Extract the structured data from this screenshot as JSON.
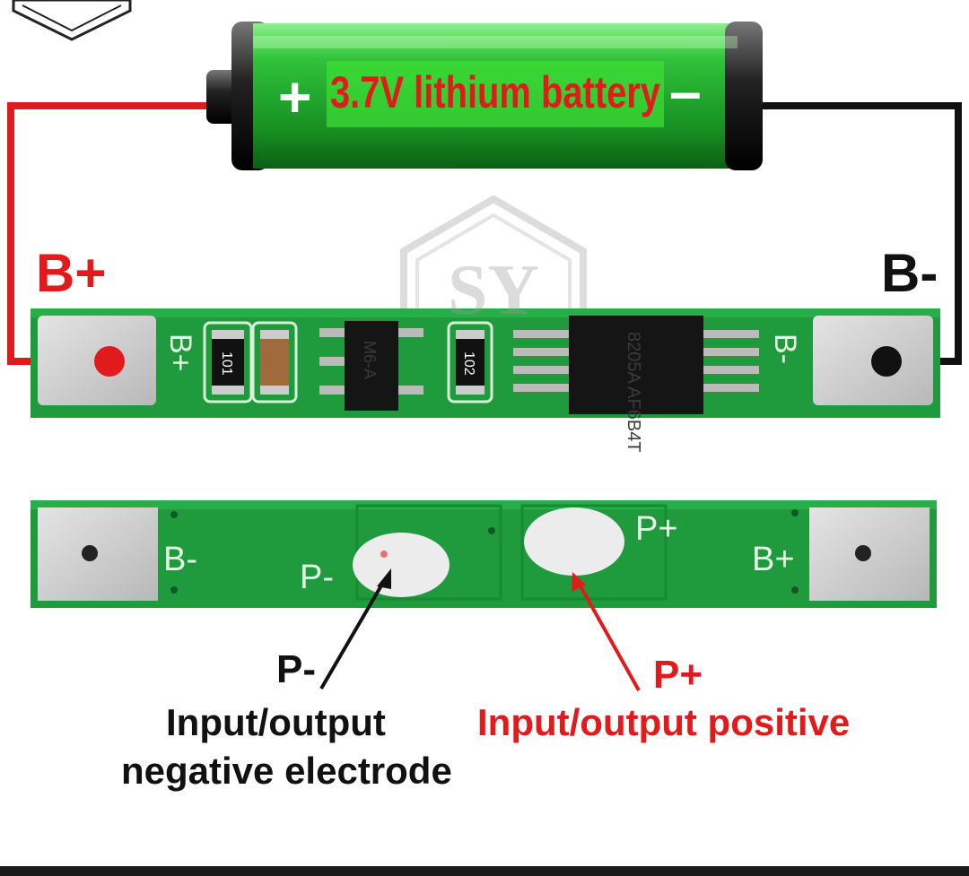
{
  "battery": {
    "plus_symbol": "+",
    "label": "3.7V lithium battery",
    "minus_symbol": "–"
  },
  "terminals": {
    "b_plus": "B+",
    "b_minus": "B-"
  },
  "watermark": "SY",
  "board_top": {
    "silk_b_plus": "B+",
    "silk_b_minus": "B-",
    "resistor_1": "101",
    "resistor_2": "102",
    "ic_1": "M6-A",
    "ic_2": "8205A AF6B4T"
  },
  "board_bottom": {
    "silk_b_minus": "B-",
    "silk_b_plus": "B+",
    "silk_p_minus": "P-",
    "silk_p_plus": "P+"
  },
  "annotations": {
    "p_minus_title": "P-",
    "p_minus_line1": "Input/output",
    "p_minus_line2": "negative electrode",
    "p_plus_title": "P+",
    "p_plus_desc": "Input/output positive"
  },
  "colors": {
    "pcb_green": "#1f9a3c",
    "battery_green": "#2fc23a",
    "positive_red": "#e11b1b",
    "negative_black": "#111111"
  }
}
